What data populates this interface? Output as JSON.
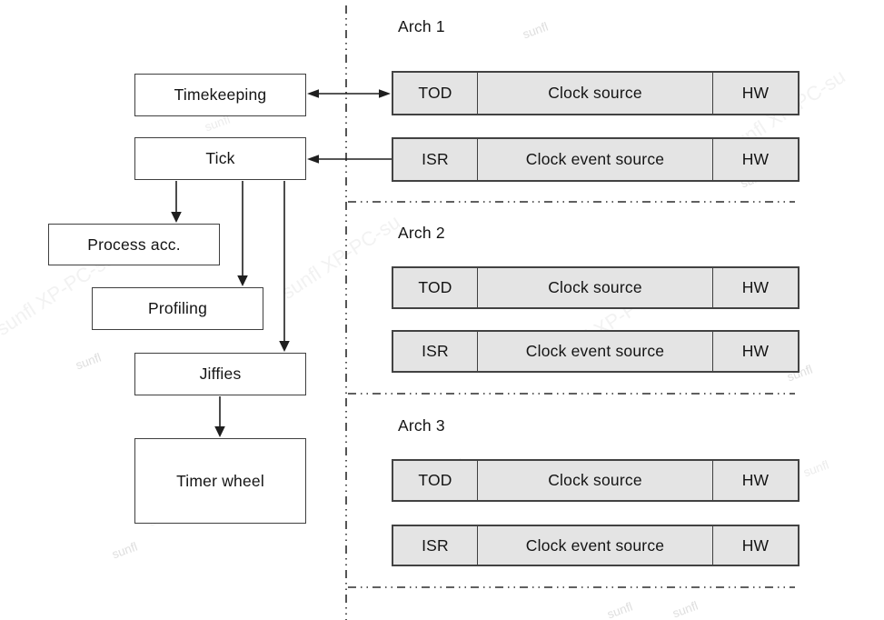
{
  "flow_boxes": {
    "timekeeping": "Timekeeping",
    "tick": "Tick",
    "process_acc": "Process acc.",
    "profiling": "Profiling",
    "jiffies": "Jiffies",
    "timer_wheel": "Timer wheel"
  },
  "sections": [
    {
      "label": "Arch 1",
      "rows": [
        {
          "cells": [
            "TOD",
            "Clock source",
            "HW"
          ]
        },
        {
          "cells": [
            "ISR",
            "Clock event source",
            "HW"
          ]
        }
      ]
    },
    {
      "label": "Arch 2",
      "rows": [
        {
          "cells": [
            "TOD",
            "Clock source",
            "HW"
          ]
        },
        {
          "cells": [
            "ISR",
            "Clock event source",
            "HW"
          ]
        }
      ]
    },
    {
      "label": "Arch 3",
      "rows": [
        {
          "cells": [
            "TOD",
            "Clock source",
            "HW"
          ]
        },
        {
          "cells": [
            "ISR",
            "Clock event source",
            "HW"
          ]
        }
      ]
    }
  ],
  "watermarks": {
    "small": "sunfl",
    "large": "sunfl XP-PC-su"
  },
  "colors": {
    "background": "#ffffff",
    "row_fill": "#e4e4e4",
    "box_border": "#3f3f3f",
    "connector_line": "#1f1f1f",
    "watermark_small": "#dedede",
    "watermark_large": "#f2f2f2"
  }
}
